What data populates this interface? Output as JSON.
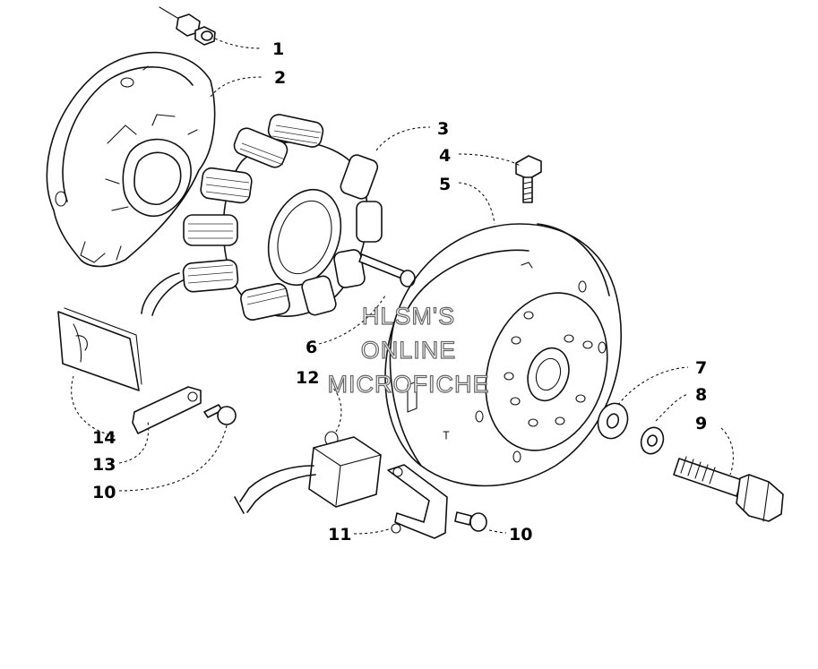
{
  "diagram": {
    "callouts": [
      {
        "id": "c1",
        "label": "1"
      },
      {
        "id": "c2",
        "label": "2"
      },
      {
        "id": "c3",
        "label": "3"
      },
      {
        "id": "c4",
        "label": "4"
      },
      {
        "id": "c5",
        "label": "5"
      },
      {
        "id": "c6",
        "label": "6"
      },
      {
        "id": "c7",
        "label": "7"
      },
      {
        "id": "c8",
        "label": "8"
      },
      {
        "id": "c9",
        "label": "9"
      },
      {
        "id": "c10a",
        "label": "10"
      },
      {
        "id": "c10b",
        "label": "10"
      },
      {
        "id": "c11",
        "label": "11"
      },
      {
        "id": "c12",
        "label": "12"
      },
      {
        "id": "c13",
        "label": "13"
      },
      {
        "id": "c14",
        "label": "14"
      }
    ],
    "watermark": [
      "HLSM'S",
      "ONLINE",
      "MICROFICHE"
    ]
  }
}
